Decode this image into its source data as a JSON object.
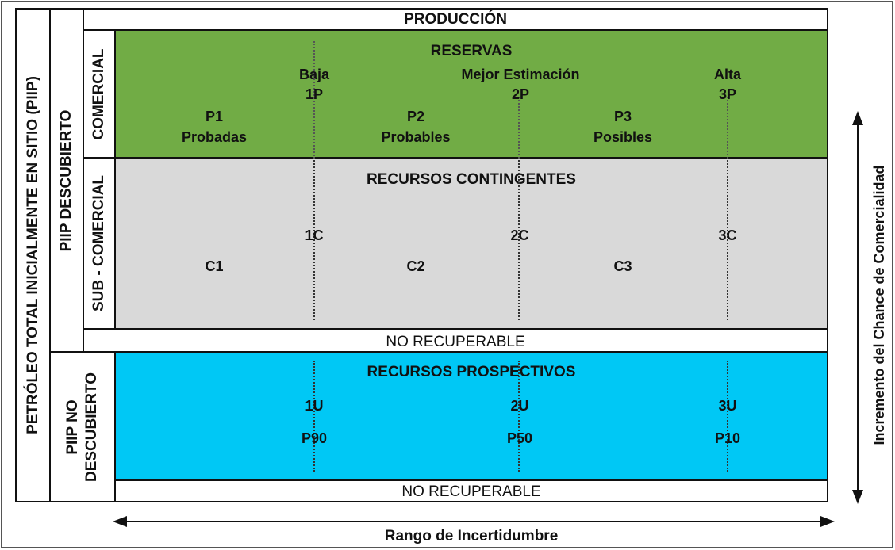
{
  "colors": {
    "reserves": "#71ac45",
    "contingent": "#d9d9d9",
    "prospective": "#00c8f5",
    "border": "#111111",
    "background": "#ffffff"
  },
  "left_titles": {
    "total": "PETRÓLEO TOTAL INICIALMENTE EN SITIO (PIIP)",
    "discovered": "PIIP DESCUBIERTO",
    "undiscovered_line1": "PIIP NO",
    "undiscovered_line2": "DESCUBIERTO"
  },
  "sub_titles": {
    "commercial": "COMERCIAL",
    "subcommercial": "SUB - COMERCIAL"
  },
  "production": "PRODUCCIÓN",
  "reserves": {
    "title": "RESERVAS",
    "low_label": "Baja",
    "low_code": "1P",
    "best_label": "Mejor Estimación",
    "best_code": "2P",
    "high_label": "Alta",
    "high_code": "3P",
    "p1_code": "P1",
    "p1_name": "Probadas",
    "p2_code": "P2",
    "p2_name": "Probables",
    "p3_code": "P3",
    "p3_name": "Posibles"
  },
  "contingent": {
    "title": "RECURSOS CONTINGENTES",
    "low": "1C",
    "best": "2C",
    "high": "3C",
    "c1": "C1",
    "c2": "C2",
    "c3": "C3"
  },
  "unrecoverable": "NO RECUPERABLE",
  "prospective": {
    "title": "RECURSOS PROSPECTIVOS",
    "low": "1U",
    "best": "2U",
    "high": "3U",
    "p90": "P90",
    "p50": "P50",
    "p10": "P10"
  },
  "axes": {
    "x_label": "Rango de Incertidumbre",
    "y_label": "Incremento del Chance de Comercialidad"
  }
}
